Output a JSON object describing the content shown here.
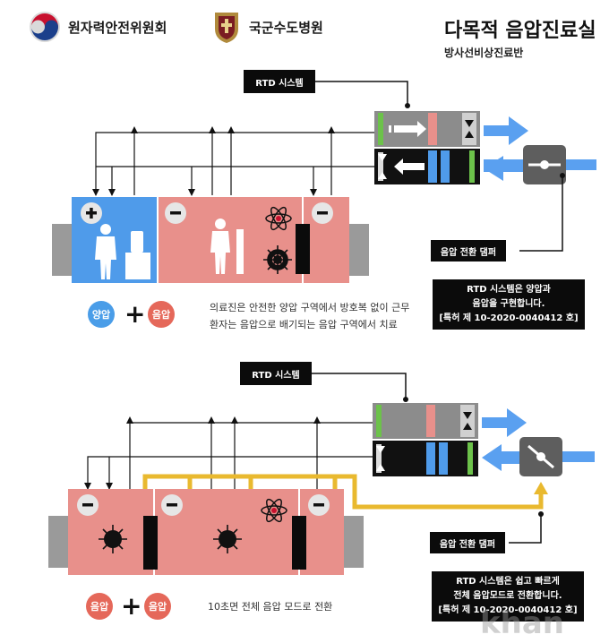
{
  "header": {
    "org1": "원자력안전위원회",
    "org2": "국군수도병원",
    "title": "다목적 음압진료실",
    "subtitle": "방사선비상진료반"
  },
  "panel_top": {
    "rtd_label": "RTD 시스템",
    "damper_label": "음압 전환 댐퍼",
    "info_lines": [
      "RTD 시스템은 양압과",
      "음압을 구현합니다.",
      "[특허 제 10-2020-0040412 호]"
    ],
    "legend": {
      "left": "양압",
      "right": "음압"
    },
    "caption_lines": [
      "의료진은 안전한 양압 구역에서 방호복 없이 근무",
      "환자는 음압으로 배기되는 음압 구역에서 치료"
    ]
  },
  "panel_bottom": {
    "rtd_label": "RTD 시스템",
    "damper_label": "음압 전환 댐퍼",
    "info_lines": [
      "RTD 시스템은 쉽고 빠르게",
      "전체 음압모드로 전환합니다.",
      "[특허 제 10-2020-0040412 호]"
    ],
    "legend": {
      "left": "음압",
      "right": "음압"
    },
    "caption": "10초면 전체 음압 모드로 전환"
  },
  "watermark": "khan",
  "colors": {
    "positive_blue": "#4f9bea",
    "negative_red": "#e8908b",
    "neg_pill": "#e5685a",
    "pos_pill": "#4a9de8",
    "arrow_blue": "#5aa0f0",
    "duct_yellow": "#e9b92f",
    "green": "#6cc24a",
    "gray": "#9a9a9a"
  }
}
